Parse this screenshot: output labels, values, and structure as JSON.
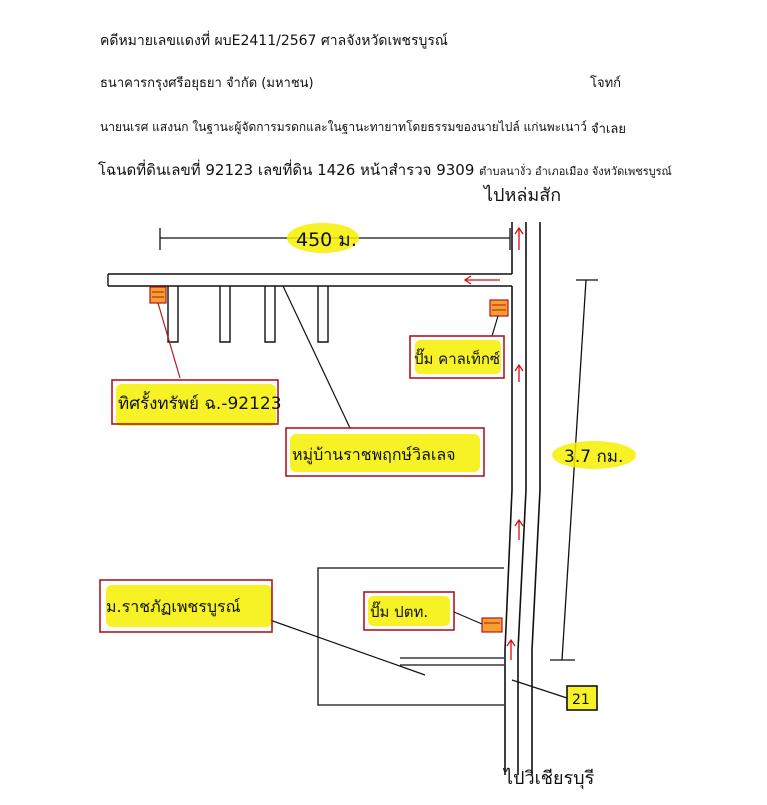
{
  "header": {
    "case_line": "คดีหมายเลขแดงที่ ผบE2411/2567 ศาลจังหวัดเพชรบูรณ์",
    "plaintiff_name": "ธนาคารกรุงศรีอยุธยา จำกัด (มหาชน)",
    "plaintiff_role": "โจทก์",
    "defendant_name": "นายนเรศ แสงนก ในฐานะผู้จัดการมรดกและในฐานะทายาทโดยธรรมของนายไปล์ แก่นพะเนาว์",
    "defendant_role": "จำเลย",
    "deed_line_main": "โฉนดที่ดินเลขที่ 92123 เลขที่ดิน 1426 หน้าสำรวจ 9309",
    "deed_line_location": "ตำบลนางั่ว อำเภอเมือง จังหวัดเพชรบูรณ์"
  },
  "map": {
    "label_to_north": "ไปหล่มสัก",
    "label_to_south": "ไปวิเชียรบุรี",
    "distance_horizontal": "450 ม.",
    "distance_vertical": "3.7 กม.",
    "label_property": "ทิศรั้งทรัพย์ ฉ.-92123",
    "label_village": "หมู่บ้านราชพฤกษ์วิลเลจ",
    "label_caltex": "ปั๊ม คาลเท็กซ์",
    "label_ptt": "ปั๊ม ปตท.",
    "label_university": "ม.ราชภัฏเพชรบูรณ์",
    "route_number": "21",
    "colors": {
      "highlight": "#f5f000",
      "box_red": "#b0171f",
      "arrow_red": "#d01010",
      "ink": "#111111"
    }
  }
}
